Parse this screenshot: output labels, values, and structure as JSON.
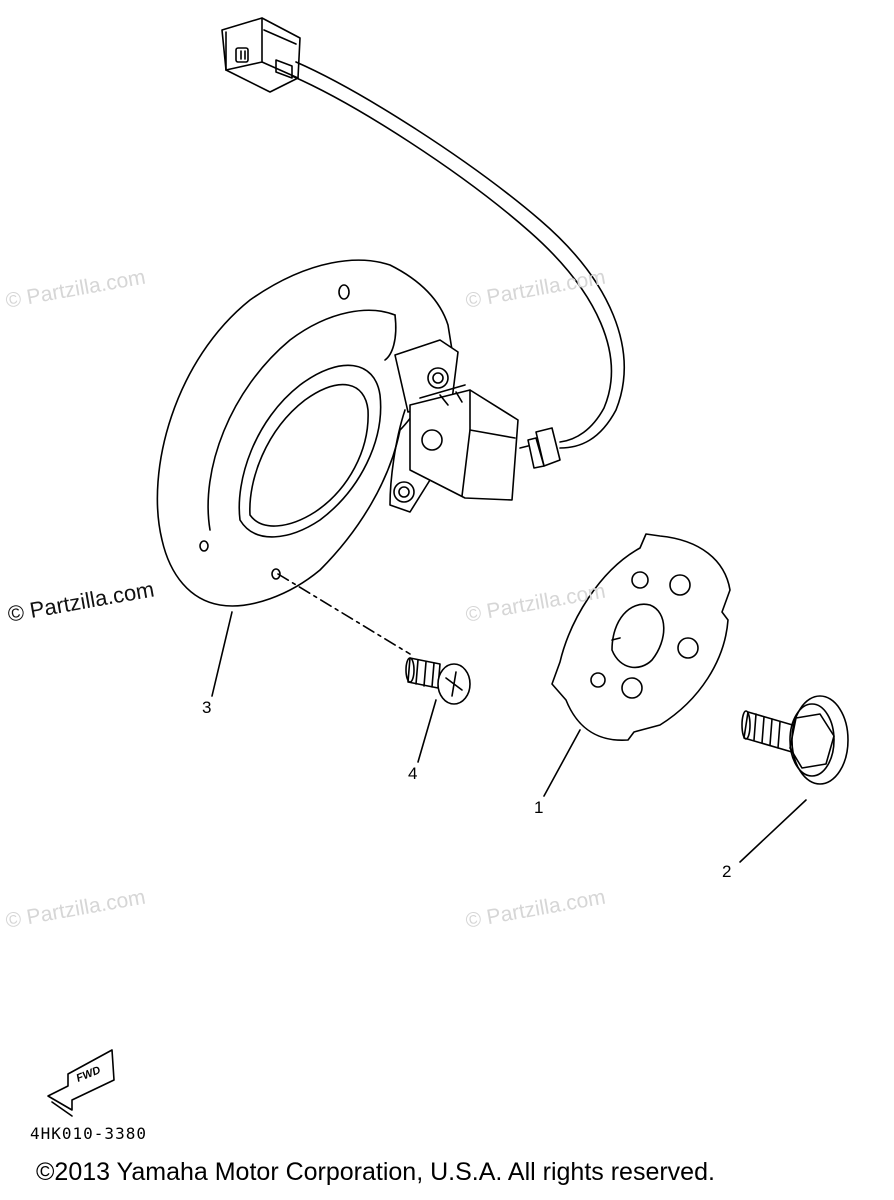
{
  "watermarks": [
    "© Partzilla.com",
    "© Partzilla.com",
    "© Partzilla.com",
    "© Partzilla.com",
    "© Partzilla.com",
    "© Partzilla.com"
  ],
  "callouts": [
    "1",
    "2",
    "3",
    "4"
  ],
  "fwd_label": "FWD",
  "diagram_code": "4HK010-3380",
  "copyright": "©2013 Yamaha Motor Corporation, U.S.A. All rights reserved."
}
